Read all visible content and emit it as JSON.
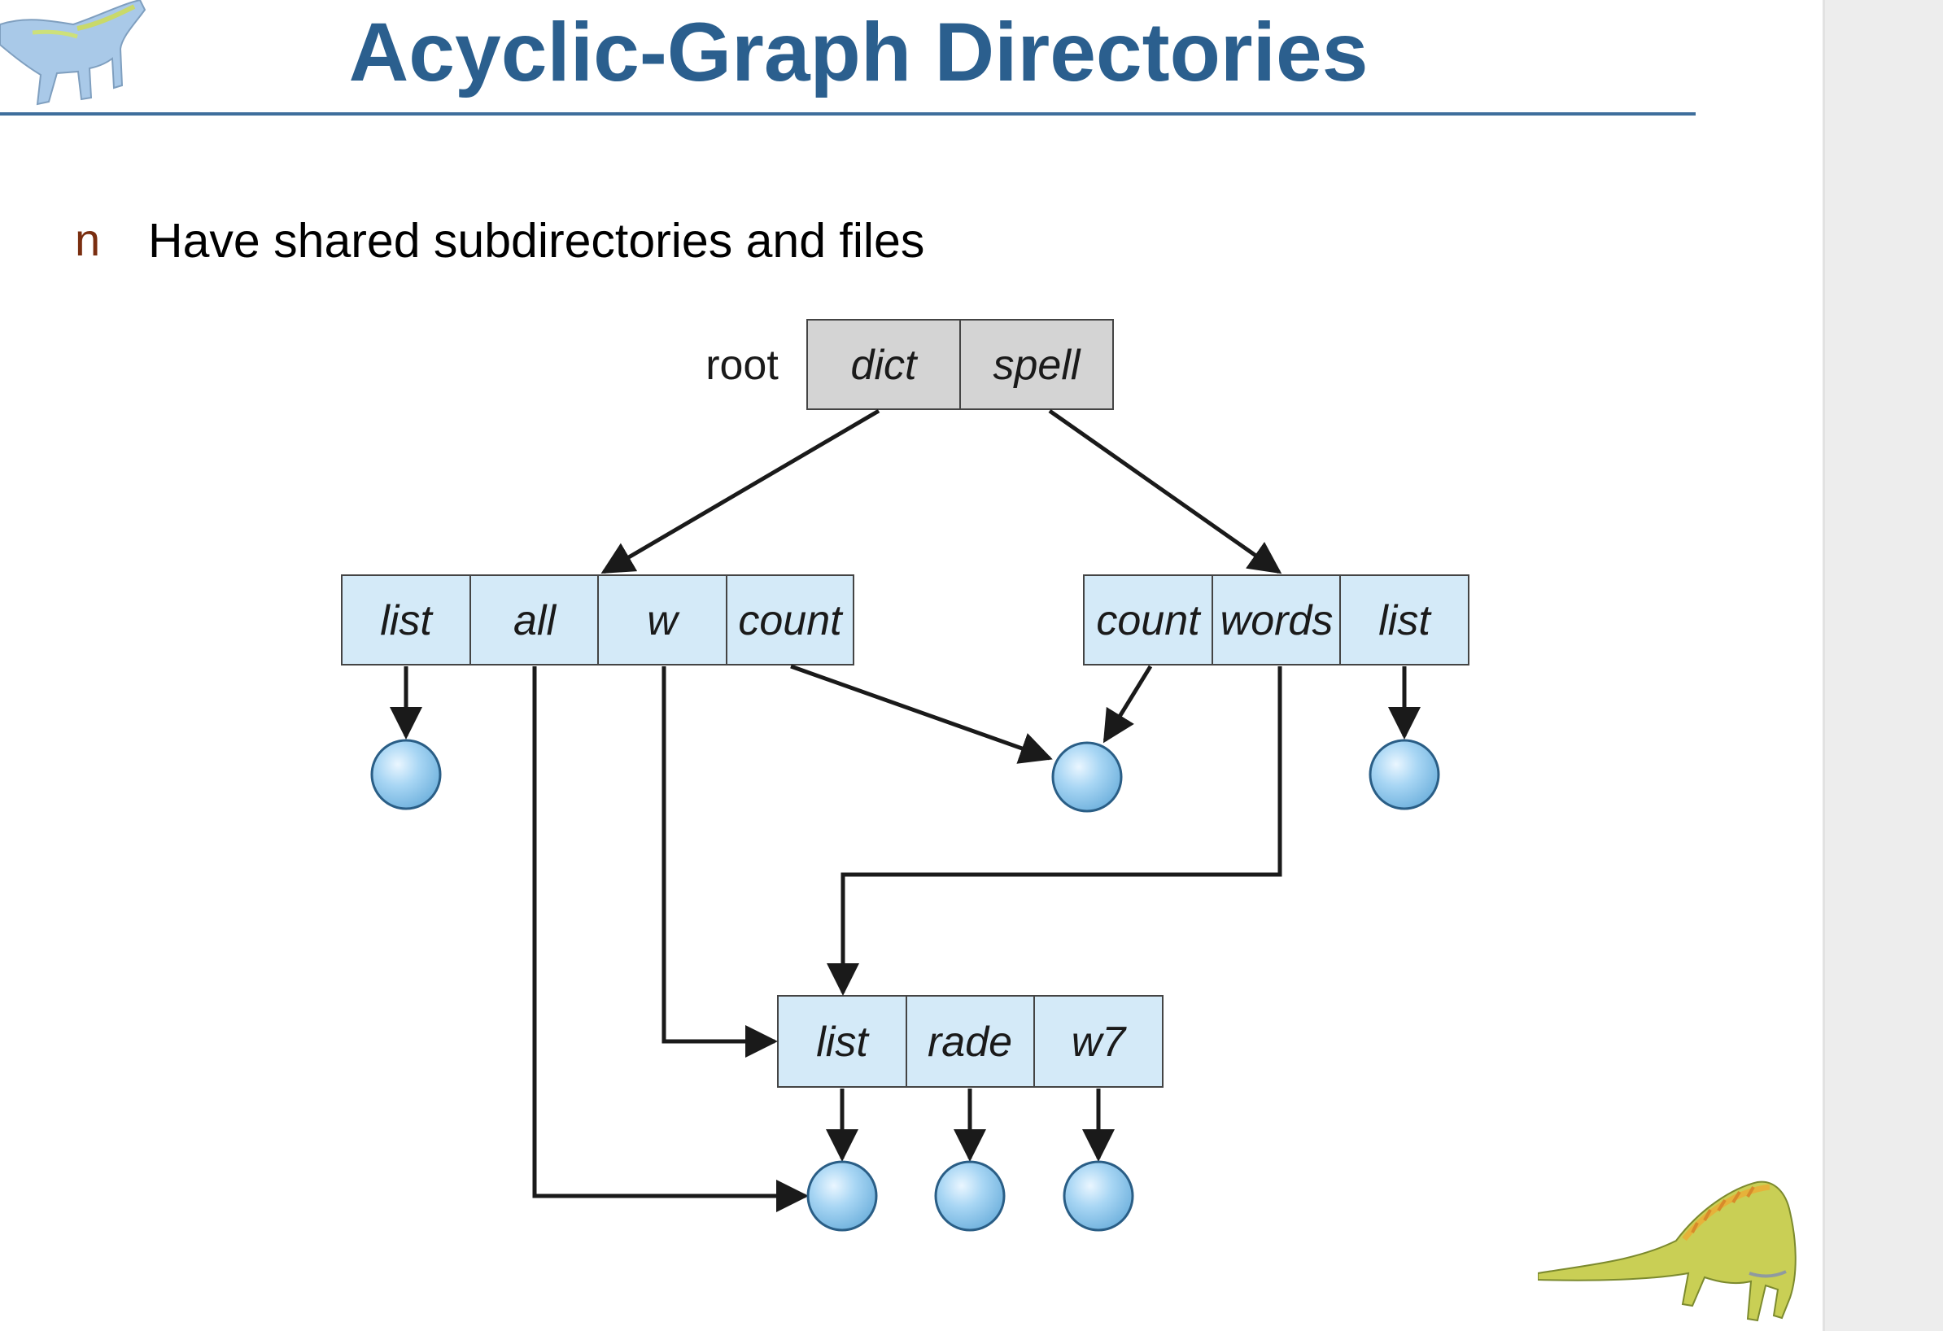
{
  "slide": {
    "title": "Acyclic-Graph Directories",
    "bullet_marker": "n",
    "bullet_text": "Have shared subdirectories and files"
  },
  "diagram": {
    "root_label": "root",
    "directories": {
      "root": [
        "dict",
        "spell"
      ],
      "dict": [
        "list",
        "all",
        "w",
        "count"
      ],
      "spell": [
        "count",
        "words",
        "list"
      ],
      "shared": [
        "list",
        "rade",
        "w7"
      ]
    }
  },
  "colors": {
    "title": "#2b5f8e",
    "rule": "#3e6e9c",
    "root_cells": "#d4d4d4",
    "dir_cells": "#d4eaf8",
    "file_node": "#9fd0f0",
    "bullet_marker": "#7a2e10"
  },
  "icons": [
    "dinosaur-top-left-icon",
    "dinosaur-bottom-right-icon"
  ]
}
